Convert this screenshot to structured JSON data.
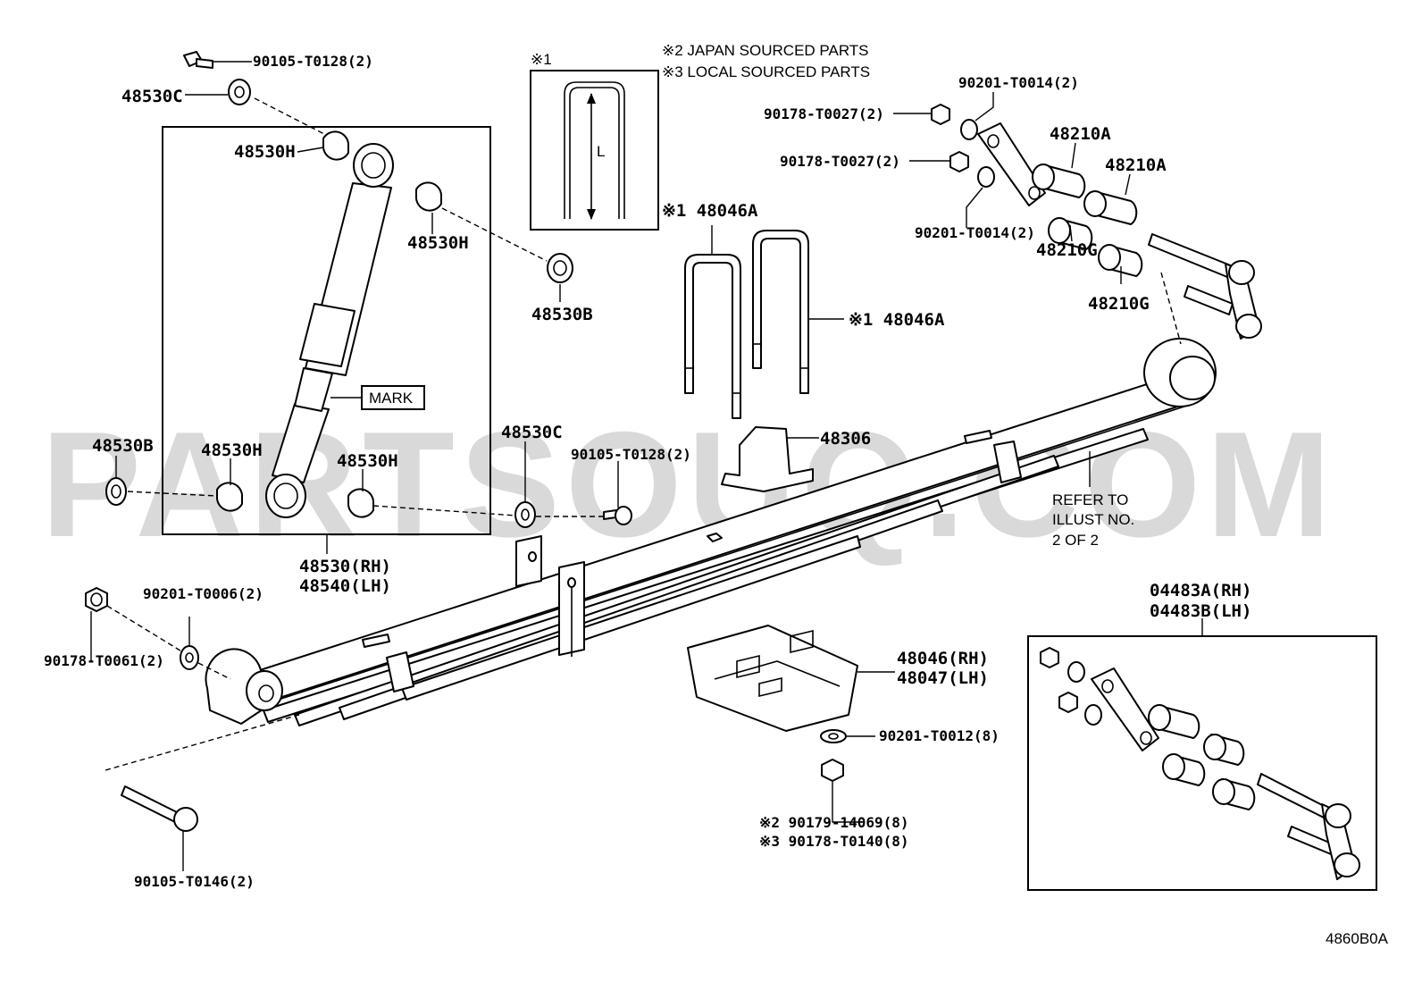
{
  "watermark": "PARTSOUQ.COM",
  "notes": {
    "legend_1": "※1",
    "legend_2": "※2 JAPAN SOURCED PARTS",
    "legend_3": "※3 LOCAL SOURCED PARTS",
    "dimension_L": "L",
    "mark": "MARK",
    "refer_line1": "REFER TO",
    "refer_line2": "ILLUST NO.",
    "refer_line3": "2 OF 2",
    "illustration_code": "4860B0A"
  },
  "labels": {
    "p_90105_T0128_top": "90105-T0128(2)",
    "p_48530C_top": "48530C",
    "p_48530H_1": "48530H",
    "p_48530H_2": "48530H",
    "p_48530B_right": "48530B",
    "p_48530B_left": "48530B",
    "p_48530H_3": "48530H",
    "p_48530H_4": "48530H",
    "p_48530C_mid": "48530C",
    "p_90105_T0128_mid": "90105-T0128(2)",
    "p_48530_48540_line1": "48530(RH)",
    "p_48530_48540_line2": "48540(LH)",
    "p_48046A_1": "※1 48046A",
    "p_48046A_2": "※1 48046A",
    "p_48306": "48306",
    "p_90201_T0014_top": "90201-T0014(2)",
    "p_90178_T0027_1": "90178-T0027(2)",
    "p_90178_T0027_2": "90178-T0027(2)",
    "p_90201_T0014_bot": "90201-T0014(2)",
    "p_48210A_1": "48210A",
    "p_48210A_2": "48210A",
    "p_48210G_1": "48210G",
    "p_48210G_2": "48210G",
    "p_90201_T0006": "90201-T0006(2)",
    "p_90178_T0061": "90178-T0061(2)",
    "p_90105_T0146": "90105-T0146(2)",
    "p_48046_line1": "48046(RH)",
    "p_48046_line2": "48047(LH)",
    "p_90201_T0012": "90201-T0012(8)",
    "p_90179_14069": "※2 90179-14069(8)",
    "p_90178_T0140": "※3 90178-T0140(8)",
    "p_04483_line1": "04483A(RH)",
    "p_04483_line2": "04483B(LH)"
  }
}
